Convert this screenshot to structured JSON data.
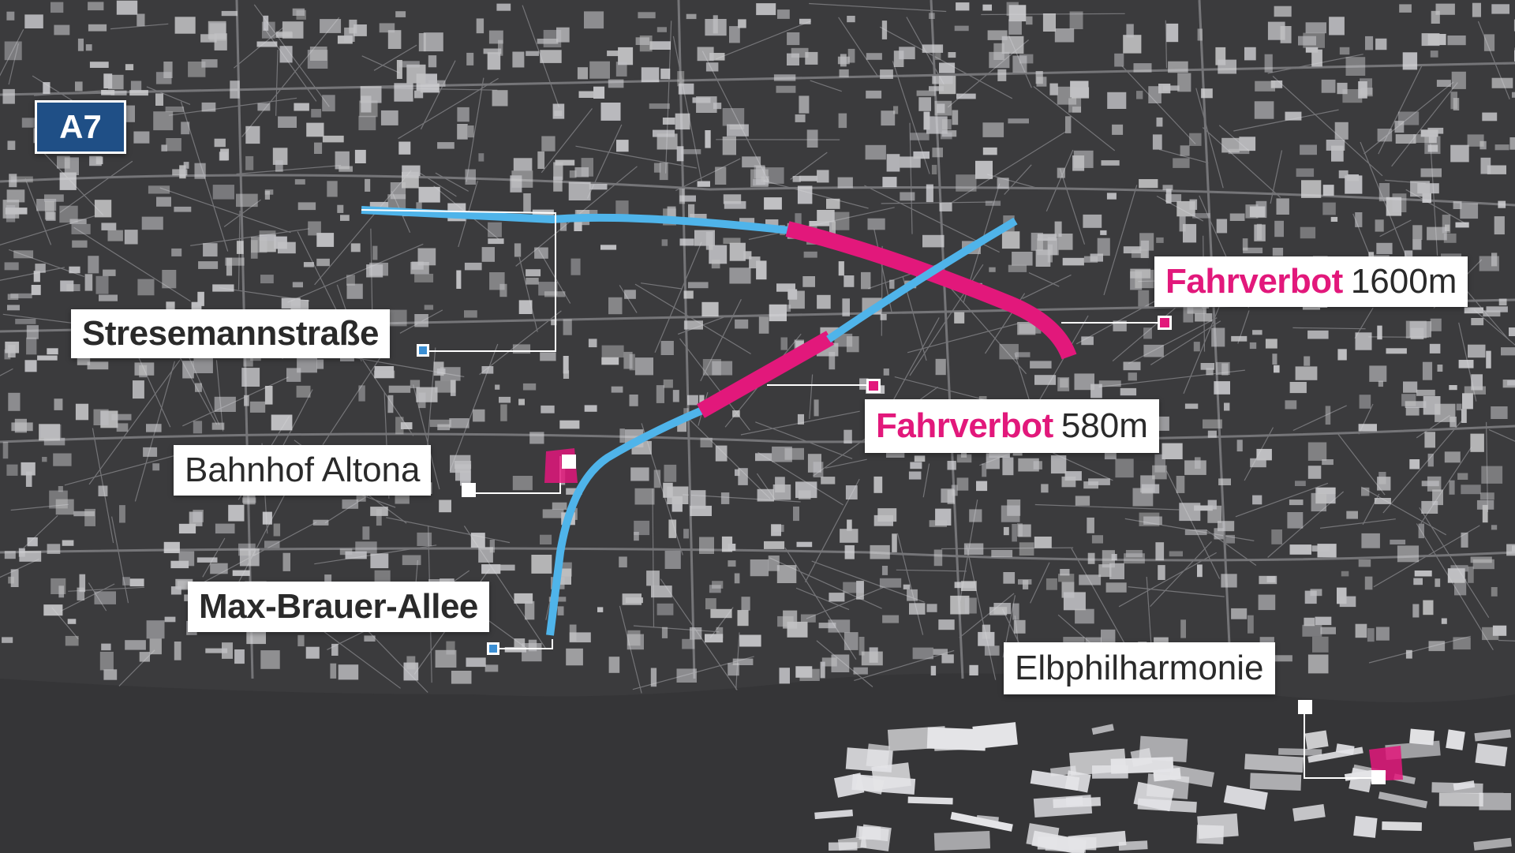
{
  "map": {
    "highway_sign": "A7",
    "places": [
      {
        "id": "stresemannstrasse",
        "label": "Stresemannstraße",
        "style": "bold",
        "marker": "blue"
      },
      {
        "id": "bahnhof-altona",
        "label": "Bahnhof Altona",
        "style": "regular",
        "marker": "white"
      },
      {
        "id": "max-brauer-allee",
        "label": "Max-Brauer-Allee",
        "style": "bold",
        "marker": "blue"
      },
      {
        "id": "elbphilharmonie",
        "label": "Elbphilharmonie",
        "style": "regular",
        "marker": "white"
      }
    ],
    "driving_bans": [
      {
        "id": "ban-stresemann",
        "label": "Fahrverbot",
        "distance": "1600m",
        "length_m": 1600
      },
      {
        "id": "ban-maxbrauer",
        "label": "Fahrverbot",
        "distance": "580m",
        "length_m": 580
      }
    ]
  },
  "colors": {
    "background": "#3b3b3d",
    "water": "#353537",
    "streets": "#8e8e92",
    "buildings": "#d9d9dc",
    "route": "#4fb4ea",
    "ban_zone": "#e2187b",
    "sign_blue": "#1f4f86",
    "label_bg": "#ffffff"
  },
  "icons": {
    "route_marker": "square-marker-icon",
    "landmark": "building-marker-icon"
  }
}
